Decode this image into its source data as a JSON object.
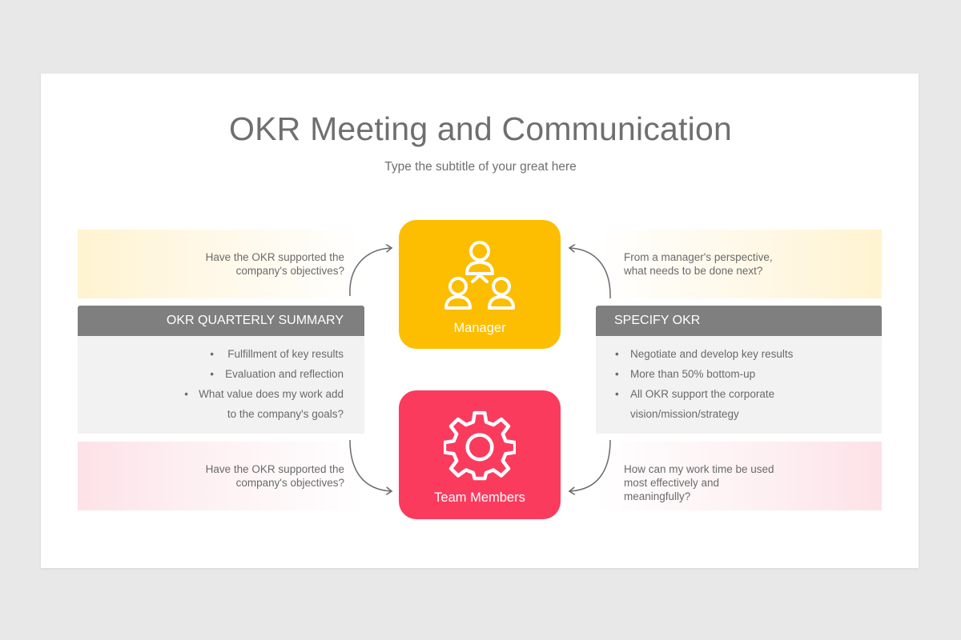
{
  "title": "OKR Meeting and Communication",
  "subtitle": "Type the subtitle of your great here",
  "colors": {
    "manager": "#fdbd00",
    "team": "#fb3b5d",
    "header_gray": "#7f7f7f",
    "panel_gray": "#f2f2f2"
  },
  "center": {
    "manager": {
      "label": "Manager",
      "icon": "people-hierarchy-icon"
    },
    "team": {
      "label": "Team Members",
      "icon": "gear-icon"
    }
  },
  "left": {
    "top_question": [
      "Have the OKR supported the",
      "company's objectives?"
    ],
    "header": "OKR QUARTERLY SUMMARY",
    "bullets": [
      "Fulfillment of key results",
      "Evaluation and reflection",
      "What value does my work add",
      "to the company's goals?"
    ],
    "bottom_question": [
      "Have the OKR supported the",
      "company's objectives?"
    ]
  },
  "right": {
    "top_question": [
      "From a manager's perspective,",
      "what needs to be done next?"
    ],
    "header": "SPECIFY OKR",
    "bullets": [
      "Negotiate and develop key results",
      "More than 50% bottom-up",
      "All OKR support the corporate",
      "vision/mission/strategy"
    ],
    "bottom_question": [
      "How can my work time be used",
      "most effectively and",
      "meaningfully?"
    ]
  },
  "bullet_glyph": "•"
}
